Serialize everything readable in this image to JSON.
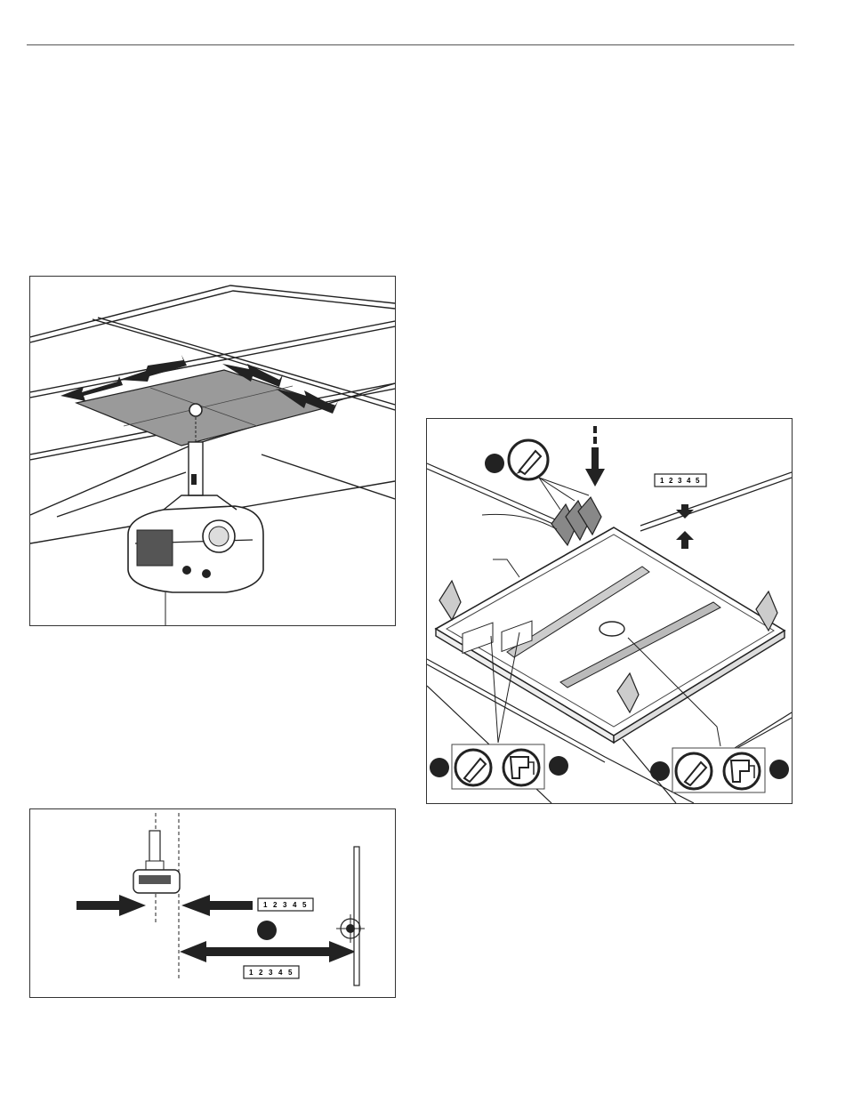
{
  "figures": {
    "ceiling": {
      "icons": [
        "ceiling-tile-grid",
        "adjustment-arrows",
        "projector-icon",
        "mounting-pole"
      ]
    },
    "frame": {
      "ruler_digits": [
        "1",
        "2",
        "3",
        "4",
        "5"
      ],
      "icons": [
        "pencil-icon",
        "drill-icon",
        "mounting-frame",
        "bracket-icon"
      ]
    },
    "offset": {
      "ruler_top_digits": [
        "1",
        "2",
        "3",
        "4",
        "5"
      ],
      "ruler_bottom_digits": [
        "1",
        "2",
        "3",
        "4",
        "5"
      ],
      "icons": [
        "projector-icon",
        "crosshair-target-icon",
        "measure-arrows"
      ]
    }
  }
}
